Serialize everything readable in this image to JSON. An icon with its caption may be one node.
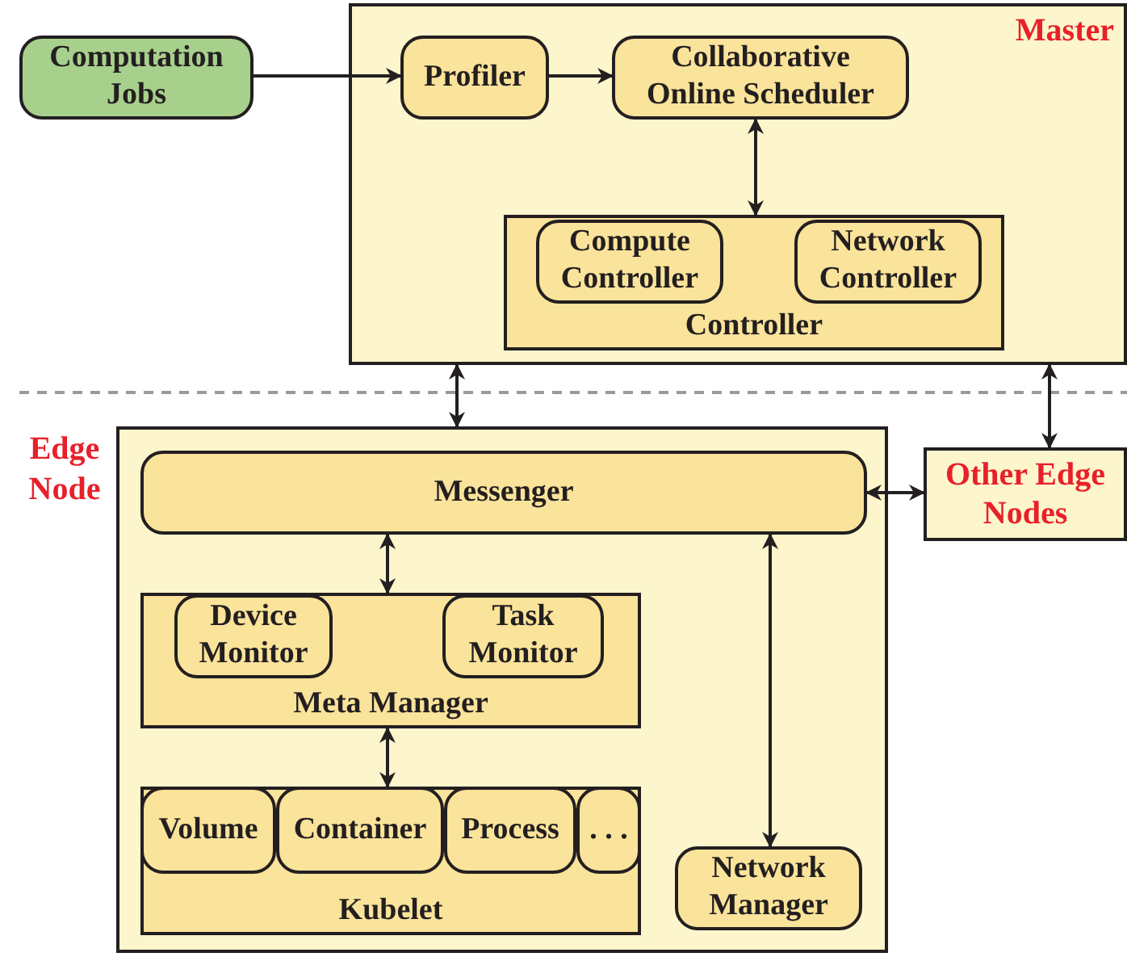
{
  "diagram": {
    "nodes": [
      {
        "text": [
          "Computation Jobs"
        ]
      },
      {
        "text": [
          "Master"
        ]
      },
      {
        "text": [
          "Profiler"
        ],
        "in": 1
      },
      {
        "text": [
          "Collaborative Online Scheduler"
        ],
        "in": 1
      },
      {
        "text": [
          "Controller"
        ],
        "in": 1
      },
      {
        "text": [
          "Compute Controller"
        ],
        "in": 4
      },
      {
        "text": [
          "Network Controller"
        ],
        "in": 4
      },
      {
        "text": [
          "Edge Node"
        ]
      },
      {
        "text": [
          "Messenger"
        ],
        "in": 7
      },
      {
        "text": [
          "Meta Manager"
        ],
        "in": 7
      },
      {
        "text": [
          "Device Monitor"
        ],
        "in": 9
      },
      {
        "text": [
          "Task Monitor"
        ],
        "in": 9
      },
      {
        "text": [
          "Kubelet"
        ],
        "in": 7
      },
      {
        "text": [
          "Volume"
        ],
        "in": 12
      },
      {
        "text": [
          "Container"
        ],
        "in": 12
      },
      {
        "text": [
          "Process"
        ],
        "in": 12
      },
      {
        "text": [
          ". . ."
        ],
        "in": 12
      },
      {
        "text": [
          "Network Manager"
        ],
        "in": 7
      },
      {
        "text": [
          "Other Edge Nodes"
        ]
      }
    ],
    "edges": [
      {
        "from": 0,
        "to": 2,
        "arrow": "to"
      },
      {
        "from": 2,
        "to": 3,
        "arrow": "to"
      },
      {
        "from": 3,
        "to": 4,
        "arrow": "both"
      },
      {
        "from": 1,
        "to": 7,
        "arrow": "both"
      },
      {
        "from": 1,
        "to": 18,
        "arrow": "both"
      },
      {
        "from": 8,
        "to": 18,
        "arrow": "both"
      },
      {
        "from": 8,
        "to": 9,
        "arrow": "both"
      },
      {
        "from": 9,
        "to": 12,
        "arrow": "both"
      },
      {
        "from": 8,
        "to": 17,
        "arrow": "both"
      }
    ]
  }
}
